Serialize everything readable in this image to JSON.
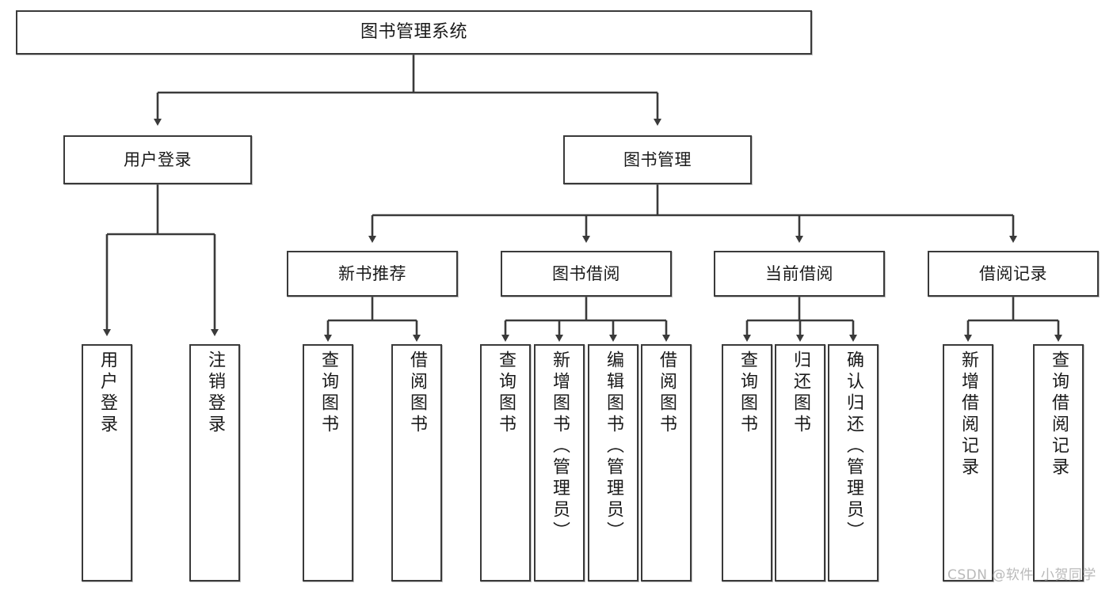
{
  "diagram": {
    "title": "图书管理系统",
    "type": "tree-hierarchy-chart",
    "nodes": {
      "root": {
        "label": "图书管理系统"
      },
      "level2": [
        {
          "id": "user-login",
          "label": "用户登录"
        },
        {
          "id": "book-manage",
          "label": "图书管理"
        }
      ],
      "level3": [
        {
          "id": "new-book-recommend",
          "label": "新书推荐"
        },
        {
          "id": "book-borrow",
          "label": "图书借阅"
        },
        {
          "id": "current-borrow",
          "label": "当前借阅"
        },
        {
          "id": "borrow-record",
          "label": "借阅记录"
        }
      ],
      "leaves": [
        {
          "id": "leaf-user-login",
          "label": "用户登录"
        },
        {
          "id": "leaf-logout-login",
          "label": "注销登录"
        },
        {
          "id": "leaf-query-book-1",
          "label": "查询图书"
        },
        {
          "id": "leaf-borrow-book-1",
          "label": "借阅图书"
        },
        {
          "id": "leaf-query-book-2",
          "label": "查询图书"
        },
        {
          "id": "leaf-add-book-admin",
          "label": "新增图书（管理员）"
        },
        {
          "id": "leaf-edit-book-admin",
          "label": "编辑图书（管理员）"
        },
        {
          "id": "leaf-borrow-book-2",
          "label": "借阅图书"
        },
        {
          "id": "leaf-query-book-3",
          "label": "查询图书"
        },
        {
          "id": "leaf-return-book",
          "label": "归还图书"
        },
        {
          "id": "leaf-confirm-return-admin",
          "label": "确认归还（管理员）"
        },
        {
          "id": "leaf-add-borrow-record",
          "label": "新增借阅记录"
        },
        {
          "id": "leaf-query-borrow-record",
          "label": "查询借阅记录"
        }
      ]
    },
    "colors": {
      "box_border": "#3a3a3a",
      "box_fill": "#ffffff",
      "edge": "#3a3a3a",
      "text": "#1a1a1a",
      "watermark": "#b9b9b9",
      "background": "#ffffff"
    }
  },
  "watermark": {
    "text": "CSDN @软件_小贺同学"
  }
}
